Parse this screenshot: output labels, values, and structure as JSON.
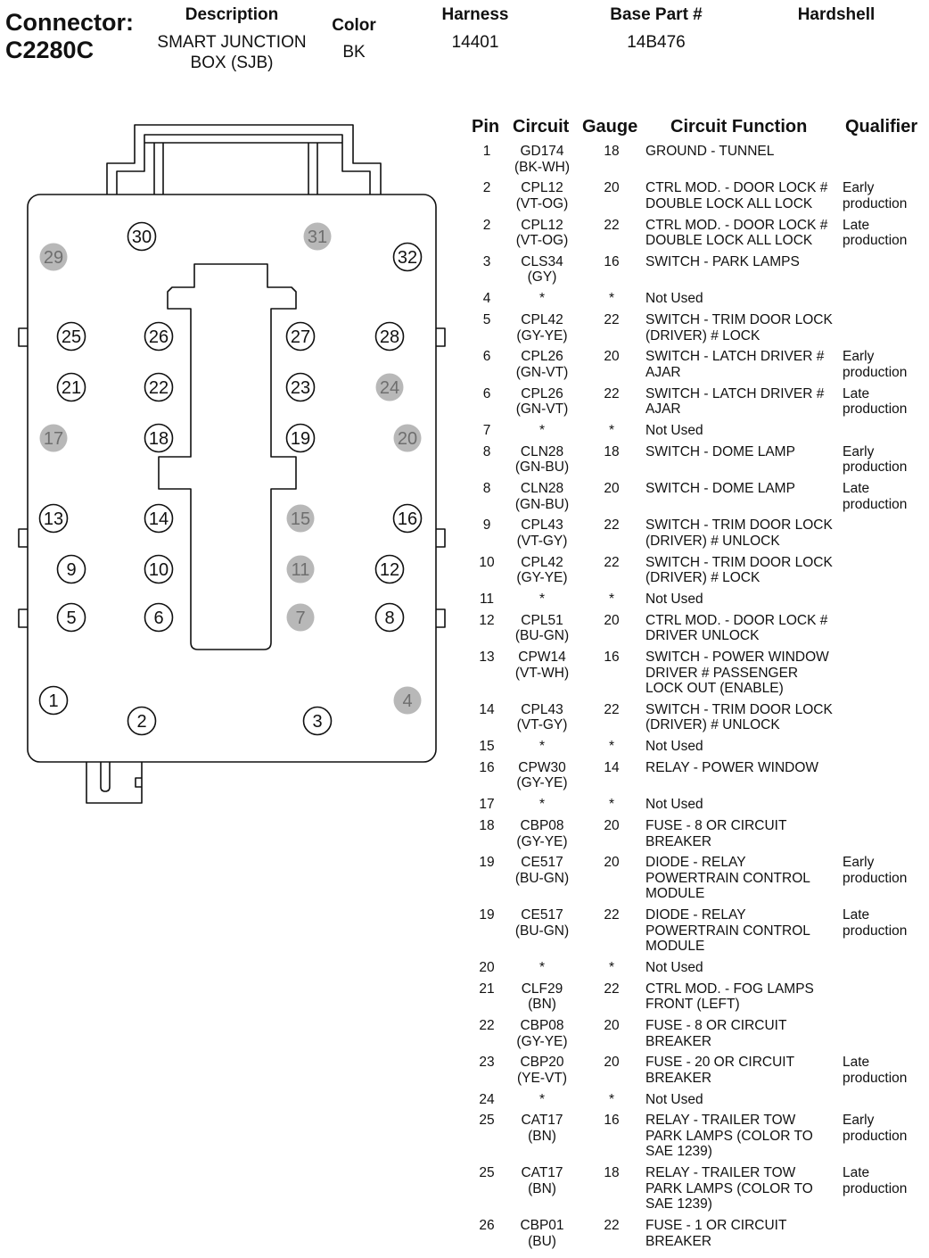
{
  "header": {
    "connector_label": "Connector:",
    "connector_id": "C2280C",
    "description_label": "Description",
    "description_value": "SMART JUNCTION\nBOX (SJB)",
    "color_label": "Color",
    "color_value": "BK",
    "harness_label": "Harness",
    "harness_value": "14401",
    "base_part_label": "Base Part #",
    "base_part_value": "14B476",
    "hardshell_label": "Hardshell"
  },
  "table": {
    "headers": {
      "pin": "Pin",
      "circuit": "Circuit",
      "gauge": "Gauge",
      "function": "Circuit Function",
      "qualifier": "Qualifier"
    },
    "rows": [
      {
        "pin": "1",
        "circuit": "GD174\n(BK-WH)",
        "gauge": "18",
        "function": "GROUND - TUNNEL",
        "qualifier": ""
      },
      {
        "pin": "2",
        "circuit": "CPL12\n(VT-OG)",
        "gauge": "20",
        "function": "CTRL MOD. - DOOR LOCK #\nDOUBLE LOCK ALL LOCK",
        "qualifier": "Early\nproduction"
      },
      {
        "pin": "2",
        "circuit": "CPL12\n(VT-OG)",
        "gauge": "22",
        "function": "CTRL MOD. - DOOR LOCK #\nDOUBLE LOCK ALL LOCK",
        "qualifier": "Late\nproduction"
      },
      {
        "pin": "3",
        "circuit": "CLS34\n(GY)",
        "gauge": "16",
        "function": "SWITCH - PARK LAMPS",
        "qualifier": ""
      },
      {
        "pin": "4",
        "circuit": "*",
        "gauge": "*",
        "function": "Not Used",
        "qualifier": ""
      },
      {
        "pin": "5",
        "circuit": "CPL42\n(GY-YE)",
        "gauge": "22",
        "function": "SWITCH - TRIM DOOR LOCK\n(DRIVER) # LOCK",
        "qualifier": ""
      },
      {
        "pin": "6",
        "circuit": "CPL26\n(GN-VT)",
        "gauge": "20",
        "function": "SWITCH - LATCH DRIVER #\nAJAR",
        "qualifier": "Early\nproduction"
      },
      {
        "pin": "6",
        "circuit": "CPL26\n(GN-VT)",
        "gauge": "22",
        "function": "SWITCH - LATCH DRIVER #\nAJAR",
        "qualifier": "Late\nproduction"
      },
      {
        "pin": "7",
        "circuit": "*",
        "gauge": "*",
        "function": "Not Used",
        "qualifier": ""
      },
      {
        "pin": "8",
        "circuit": "CLN28\n(GN-BU)",
        "gauge": "18",
        "function": "SWITCH - DOME LAMP",
        "qualifier": "Early\nproduction"
      },
      {
        "pin": "8",
        "circuit": "CLN28\n(GN-BU)",
        "gauge": "20",
        "function": "SWITCH - DOME LAMP",
        "qualifier": "Late\nproduction"
      },
      {
        "pin": "9",
        "circuit": "CPL43\n(VT-GY)",
        "gauge": "22",
        "function": "SWITCH - TRIM DOOR LOCK\n(DRIVER) # UNLOCK",
        "qualifier": ""
      },
      {
        "pin": "10",
        "circuit": "CPL42\n(GY-YE)",
        "gauge": "22",
        "function": "SWITCH - TRIM DOOR LOCK\n(DRIVER) # LOCK",
        "qualifier": ""
      },
      {
        "pin": "11",
        "circuit": "*",
        "gauge": "*",
        "function": "Not Used",
        "qualifier": ""
      },
      {
        "pin": "12",
        "circuit": "CPL51\n(BU-GN)",
        "gauge": "20",
        "function": "CTRL MOD. - DOOR LOCK #\nDRIVER UNLOCK",
        "qualifier": ""
      },
      {
        "pin": "13",
        "circuit": "CPW14\n(VT-WH)",
        "gauge": "16",
        "function": "SWITCH - POWER WINDOW\nDRIVER # PASSENGER\nLOCK OUT (ENABLE)",
        "qualifier": ""
      },
      {
        "pin": "14",
        "circuit": "CPL43\n(VT-GY)",
        "gauge": "22",
        "function": "SWITCH - TRIM DOOR LOCK\n(DRIVER) # UNLOCK",
        "qualifier": ""
      },
      {
        "pin": "15",
        "circuit": "*",
        "gauge": "*",
        "function": "Not Used",
        "qualifier": ""
      },
      {
        "pin": "16",
        "circuit": "CPW30\n(GY-YE)",
        "gauge": "14",
        "function": "RELAY - POWER WINDOW",
        "qualifier": ""
      },
      {
        "pin": "17",
        "circuit": "*",
        "gauge": "*",
        "function": "Not Used",
        "qualifier": ""
      },
      {
        "pin": "18",
        "circuit": "CBP08\n(GY-YE)",
        "gauge": "20",
        "function": "FUSE - 8 OR CIRCUIT\nBREAKER",
        "qualifier": ""
      },
      {
        "pin": "19",
        "circuit": "CE517\n(BU-GN)",
        "gauge": "20",
        "function": "DIODE - RELAY\nPOWERTRAIN CONTROL\nMODULE",
        "qualifier": "Early\nproduction"
      },
      {
        "pin": "19",
        "circuit": "CE517\n(BU-GN)",
        "gauge": "22",
        "function": "DIODE - RELAY\nPOWERTRAIN CONTROL\nMODULE",
        "qualifier": "Late\nproduction"
      },
      {
        "pin": "20",
        "circuit": "*",
        "gauge": "*",
        "function": "Not Used",
        "qualifier": ""
      },
      {
        "pin": "21",
        "circuit": "CLF29\n(BN)",
        "gauge": "22",
        "function": "CTRL MOD. - FOG LAMPS\nFRONT (LEFT)",
        "qualifier": ""
      },
      {
        "pin": "22",
        "circuit": "CBP08\n(GY-YE)",
        "gauge": "20",
        "function": "FUSE - 8 OR CIRCUIT\nBREAKER",
        "qualifier": ""
      },
      {
        "pin": "23",
        "circuit": "CBP20\n(YE-VT)",
        "gauge": "20",
        "function": "FUSE - 20 OR CIRCUIT\nBREAKER",
        "qualifier": "Late\nproduction"
      },
      {
        "pin": "24",
        "circuit": "*",
        "gauge": "*",
        "function": "Not Used",
        "qualifier": ""
      },
      {
        "pin": "25",
        "circuit": "CAT17\n(BN)",
        "gauge": "16",
        "function": "RELAY - TRAILER TOW\nPARK LAMPS (COLOR TO\nSAE 1239)",
        "qualifier": "Early\nproduction"
      },
      {
        "pin": "25",
        "circuit": "CAT17\n(BN)",
        "gauge": "18",
        "function": "RELAY - TRAILER TOW\nPARK LAMPS (COLOR TO\nSAE 1239)",
        "qualifier": "Late\nproduction"
      },
      {
        "pin": "26",
        "circuit": "CBP01\n(BU)",
        "gauge": "22",
        "function": "FUSE - 1 OR CIRCUIT\nBREAKER",
        "qualifier": ""
      }
    ]
  },
  "connector": {
    "unused_fill": "#b8b8b8",
    "pins": [
      {
        "label": "1",
        "used": true
      },
      {
        "label": "2",
        "used": true
      },
      {
        "label": "3",
        "used": true
      },
      {
        "label": "4",
        "used": false
      },
      {
        "label": "5",
        "used": true
      },
      {
        "label": "6",
        "used": true
      },
      {
        "label": "7",
        "used": false
      },
      {
        "label": "8",
        "used": true
      },
      {
        "label": "9",
        "used": true
      },
      {
        "label": "10",
        "used": true
      },
      {
        "label": "11",
        "used": false
      },
      {
        "label": "12",
        "used": true
      },
      {
        "label": "13",
        "used": true
      },
      {
        "label": "14",
        "used": true
      },
      {
        "label": "15",
        "used": false
      },
      {
        "label": "16",
        "used": true
      },
      {
        "label": "17",
        "used": false
      },
      {
        "label": "18",
        "used": true
      },
      {
        "label": "19",
        "used": true
      },
      {
        "label": "20",
        "used": false
      },
      {
        "label": "21",
        "used": true
      },
      {
        "label": "22",
        "used": true
      },
      {
        "label": "23",
        "used": true
      },
      {
        "label": "24",
        "used": false
      },
      {
        "label": "25",
        "used": true
      },
      {
        "label": "26",
        "used": true
      },
      {
        "label": "27",
        "used": true
      },
      {
        "label": "28",
        "used": true
      },
      {
        "label": "29",
        "used": false
      },
      {
        "label": "30",
        "used": true
      },
      {
        "label": "31",
        "used": false
      },
      {
        "label": "32",
        "used": true
      }
    ]
  }
}
